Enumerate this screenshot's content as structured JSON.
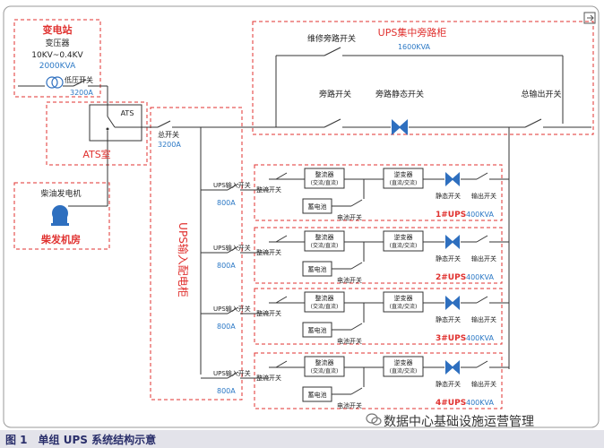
{
  "substation": {
    "title": "变电站",
    "transformer": "变压器",
    "ratio": "10KV~0.4KV",
    "capacity": "2000KVA",
    "lv_switch": "低压开关",
    "lv_rating": "3200A"
  },
  "ats_room": {
    "ats_label": "ATS",
    "room_title": "ATS室"
  },
  "generator": {
    "name": "柴油发电机",
    "room_title": "柴发机房"
  },
  "main_switch": {
    "label": "总开关",
    "rating": "3200A"
  },
  "bypass_cabinet": {
    "title": "UPS集中旁路柜",
    "capacity": "1600KVA",
    "maintenance_bypass": "维修旁路开关",
    "bypass_switch": "旁路开关",
    "static_bypass_switch": "旁路静态开关",
    "output_switch": "总输出开关"
  },
  "input_cabinet": {
    "title": "UPS输入配电柜"
  },
  "ups_units": [
    {
      "input_switch": "UPS输入开关",
      "rating": "800A",
      "rectifier_switch": "整流开关",
      "rectifier": "整流器",
      "rectifier_sub": "(交流/直流)",
      "inverter": "逆变器",
      "inverter_sub": "(直流/交流)",
      "battery": "蓄电池",
      "battery_switch": "电池开关",
      "static_switch": "静态开关",
      "output_switch": "输出开关",
      "name": "1#UPS",
      "capacity": "400KVA"
    },
    {
      "input_switch": "UPS输入开关",
      "rating": "800A",
      "rectifier_switch": "整流开关",
      "rectifier": "整流器",
      "rectifier_sub": "(交流/直流)",
      "inverter": "逆变器",
      "inverter_sub": "(直流/交流)",
      "battery": "蓄电池",
      "battery_switch": "电池开关",
      "static_switch": "静态开关",
      "output_switch": "输出开关",
      "name": "2#UPS",
      "capacity": "400KVA"
    },
    {
      "input_switch": "UPS输入开关",
      "rating": "800A",
      "rectifier_switch": "整流开关",
      "rectifier": "整流器",
      "rectifier_sub": "(交流/直流)",
      "inverter": "逆变器",
      "inverter_sub": "(直流/交流)",
      "battery": "蓄电池",
      "battery_switch": "电池开关",
      "static_switch": "静态开关",
      "output_switch": "输出开关",
      "name": "3#UPS",
      "capacity": "400KVA"
    },
    {
      "input_switch": "UPS输入开关",
      "rating": "800A",
      "rectifier_switch": "整流开关",
      "rectifier": "整流器",
      "rectifier_sub": "(交流/直流)",
      "inverter": "逆变器",
      "inverter_sub": "(直流/交流)",
      "battery": "蓄电池",
      "battery_switch": "电池开关",
      "static_switch": "静态开关",
      "output_switch": "输出开关",
      "name": "4#UPS",
      "capacity": "400KVA"
    }
  ],
  "caption": "图 1　单组 UPS 系统结构示意",
  "watermark": "数据中心基础设施运营管理",
  "colors": {
    "red_border": "#e0312f",
    "blue_text": "#2b78c5",
    "line": "#333333",
    "accent_blue": "#2e6fbf"
  },
  "icons": {
    "expand": "expand-icon",
    "watermark": "wechat-icon"
  }
}
